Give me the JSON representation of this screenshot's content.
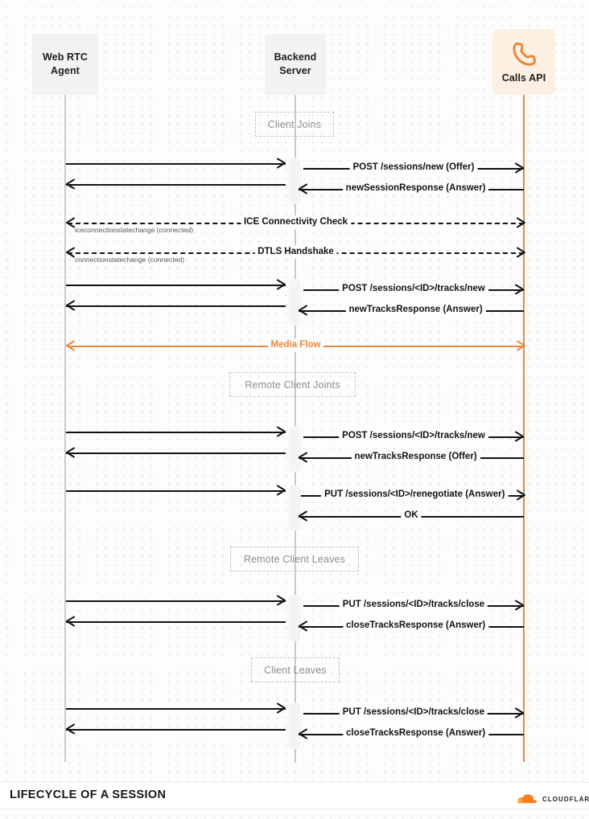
{
  "diagram": {
    "title": "LIFECYCLE OF A SESSION",
    "brand": "CLOUDFLARE",
    "accent_color": "#e8883c",
    "line_color": "#121212",
    "muted_color": "#8e8e93",
    "actors": [
      {
        "id": "webrtc-agent",
        "label": "Web RTC\nAgent"
      },
      {
        "id": "backend-server",
        "label": "Backend\nServer"
      },
      {
        "id": "calls-api",
        "label": "Calls API",
        "icon": "phone-icon"
      }
    ],
    "fragments": [
      {
        "id": "client-joins",
        "label": "Client Joins"
      },
      {
        "id": "remote-client-joints",
        "label": "Remote Client Joints"
      },
      {
        "id": "remote-client-leaves",
        "label": "Remote Client Leaves"
      },
      {
        "id": "client-leaves",
        "label": "Client Leaves"
      }
    ],
    "messages": [
      {
        "id": "m01",
        "label": "",
        "from": "webrtc-agent",
        "to": "backend-server",
        "style": "solid"
      },
      {
        "id": "m02",
        "label": "POST /sessions/new (Offer)",
        "from": "backend-server",
        "to": "calls-api",
        "style": "solid"
      },
      {
        "id": "m03",
        "label": "",
        "from": "backend-server",
        "to": "webrtc-agent",
        "style": "solid"
      },
      {
        "id": "m04",
        "label": "newSessionResponse (Answer)",
        "from": "calls-api",
        "to": "backend-server",
        "style": "solid"
      },
      {
        "id": "m05",
        "label": "ICE Connectivity Check",
        "sublabel": "iceconnectionstatechange (connected)",
        "from": "webrtc-agent",
        "to": "calls-api",
        "style": "dashed",
        "bidirectional": true
      },
      {
        "id": "m06",
        "label": "DTLS Handshake",
        "sublabel": "connectionstatechange (connected)",
        "from": "webrtc-agent",
        "to": "calls-api",
        "style": "dashed",
        "bidirectional": true
      },
      {
        "id": "m07",
        "label": "",
        "from": "webrtc-agent",
        "to": "backend-server",
        "style": "solid"
      },
      {
        "id": "m08",
        "label": "POST /sessions/<ID>/tracks/new",
        "from": "backend-server",
        "to": "calls-api",
        "style": "solid"
      },
      {
        "id": "m09",
        "label": "",
        "from": "backend-server",
        "to": "webrtc-agent",
        "style": "solid"
      },
      {
        "id": "m10",
        "label": "newTracksResponse (Answer)",
        "from": "calls-api",
        "to": "backend-server",
        "style": "solid"
      },
      {
        "id": "m11",
        "label": "Media Flow",
        "from": "webrtc-agent",
        "to": "calls-api",
        "style": "solid",
        "accent": true,
        "bidirectional": true
      },
      {
        "id": "m12",
        "label": "",
        "from": "webrtc-agent",
        "to": "backend-server",
        "style": "solid"
      },
      {
        "id": "m13",
        "label": "POST /sessions/<ID>/tracks/new",
        "from": "backend-server",
        "to": "calls-api",
        "style": "solid"
      },
      {
        "id": "m14",
        "label": "",
        "from": "backend-server",
        "to": "webrtc-agent",
        "style": "solid"
      },
      {
        "id": "m15",
        "label": "newTracksResponse (Offer)",
        "from": "calls-api",
        "to": "backend-server",
        "style": "solid"
      },
      {
        "id": "m16",
        "label": "",
        "from": "webrtc-agent",
        "to": "backend-server",
        "style": "solid"
      },
      {
        "id": "m17",
        "label": "PUT /sessions/<ID>/renegotiate (Answer)",
        "from": "backend-server",
        "to": "calls-api",
        "style": "solid"
      },
      {
        "id": "m18",
        "label": "OK",
        "from": "calls-api",
        "to": "backend-server",
        "style": "solid"
      },
      {
        "id": "m19",
        "label": "",
        "from": "webrtc-agent",
        "to": "backend-server",
        "style": "solid"
      },
      {
        "id": "m20",
        "label": "PUT /sessions/<ID>/tracks/close",
        "from": "backend-server",
        "to": "calls-api",
        "style": "solid"
      },
      {
        "id": "m21",
        "label": "",
        "from": "backend-server",
        "to": "webrtc-agent",
        "style": "solid"
      },
      {
        "id": "m22",
        "label": "closeTracksResponse (Answer)",
        "from": "calls-api",
        "to": "backend-server",
        "style": "solid"
      },
      {
        "id": "m23",
        "label": "",
        "from": "webrtc-agent",
        "to": "backend-server",
        "style": "solid"
      },
      {
        "id": "m24",
        "label": "PUT /sessions/<ID>/tracks/close",
        "from": "backend-server",
        "to": "calls-api",
        "style": "solid"
      },
      {
        "id": "m25",
        "label": "",
        "from": "backend-server",
        "to": "webrtc-agent",
        "style": "solid"
      },
      {
        "id": "m26",
        "label": "closeTracksResponse (Answer)",
        "from": "calls-api",
        "to": "backend-server",
        "style": "solid"
      }
    ]
  }
}
